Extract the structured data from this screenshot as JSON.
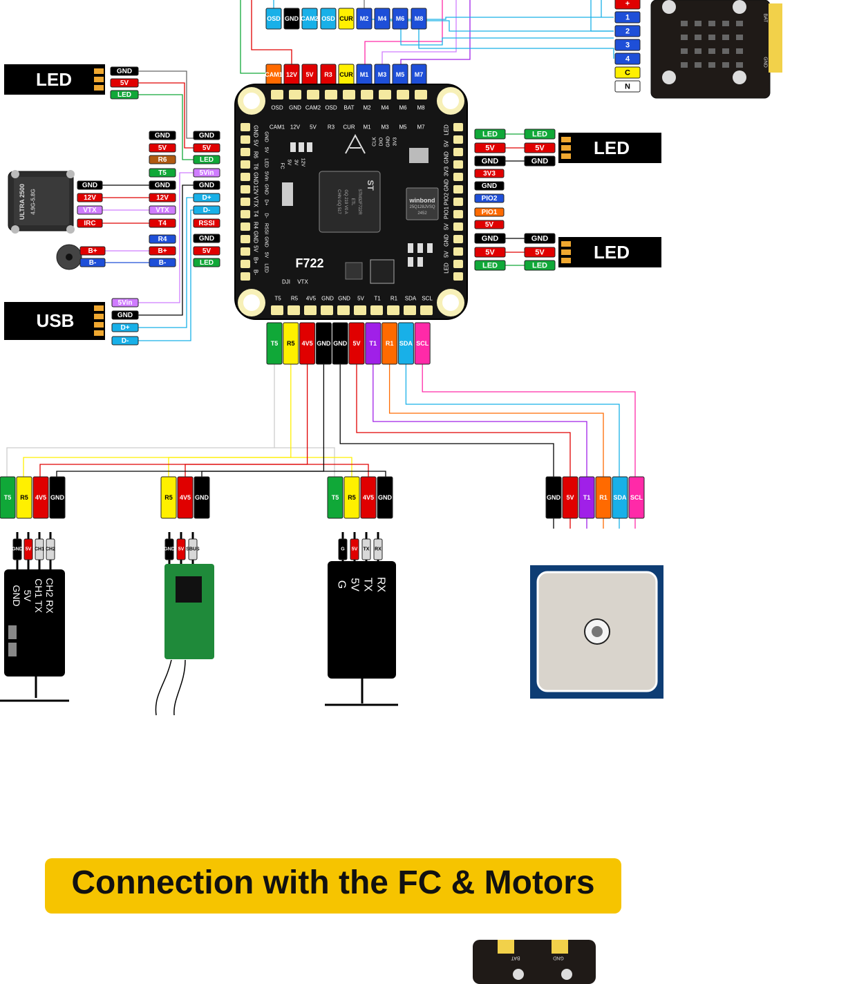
{
  "colors": {
    "gnd": "#000000",
    "red": "#e00000",
    "green": "#10a838",
    "blue": "#1e4fd8",
    "cyan": "#18b0e8",
    "yellow": "#fff000",
    "orange": "#ff6a00",
    "purple": "#a020e8",
    "violet": "#cf7cff",
    "pink": "#ff2aa8",
    "brown": "#b05a10",
    "white": "#ffffff",
    "grey": "#d8d8d8",
    "banner": "#f6c400"
  },
  "fc": {
    "title": "F722",
    "chip_brand": "ST",
    "chip_text": [
      "STM32F722R",
      "ETL",
      "GQ 219 V0 A",
      "CHN GQ 517"
    ],
    "flash_brand": "winbond",
    "flash_text": [
      "25Q128JVSQ",
      "2452"
    ],
    "top_row": [
      "OSD",
      "GND",
      "CAM2",
      "OSD",
      "BAT",
      "M2",
      "M4",
      "M6",
      "M8"
    ],
    "top_row2": [
      "CAM1",
      "12V",
      "5V",
      "R3",
      "CUR",
      "M1",
      "M3",
      "M5",
      "M7"
    ],
    "left_col": [
      "GND",
      "5V",
      "R6",
      "T6",
      "GND",
      "12V",
      "VTX",
      "T4",
      "R4",
      "GND",
      "5V",
      "B+",
      "B-"
    ],
    "left_col2": [
      "GND",
      "5V",
      "LED",
      "5Vin",
      "GND",
      "D+",
      "D-",
      "RSSI",
      "GND",
      "5V",
      "LED"
    ],
    "right_col": [
      "LED",
      "5V",
      "GND",
      "3V3",
      "GND",
      "PIO2",
      "PIO1",
      "5V",
      "GND",
      "5V",
      "LED"
    ],
    "bottom_row": [
      "T5",
      "R5",
      "4V5",
      "GND",
      "GND",
      "5V",
      "T1",
      "R1",
      "SDA",
      "SCL"
    ],
    "inner_labels": [
      "CLK",
      "DIO",
      "GND",
      "3V3",
      "FC",
      "5V",
      "3V",
      "12V",
      "DJI",
      "VTX"
    ]
  },
  "esc_connector_top": [
    "OSD",
    "GND",
    "CAM2",
    "OSD",
    "CUR",
    "M2",
    "M4",
    "M6",
    "M8"
  ],
  "fc_top_pads": [
    "CAM1",
    "12V",
    "5V",
    "R3",
    "CUR",
    "M1",
    "M3",
    "M5",
    "M7"
  ],
  "esc_pins": [
    "+",
    "1",
    "2",
    "3",
    "4",
    "C",
    "N"
  ],
  "esc_board_text": [
    "BAT",
    "GND"
  ],
  "led_left": {
    "title": "LED",
    "pins": [
      "GND",
      "5V",
      "LED"
    ]
  },
  "vtx": {
    "label": "ULTRA 2500",
    "sublabel": "4.9G-5.8G",
    "pins": [
      "GND",
      "12V",
      "VTX",
      "IRC"
    ],
    "fc_pins": [
      "GND",
      "5V",
      "R6",
      "T5",
      "GND",
      "12V",
      "VTX",
      "T4"
    ],
    "fc_pins_b": [
      "GND",
      "5V",
      "LED",
      "5Vin",
      "GND",
      "D+",
      "D-",
      "RSSI"
    ]
  },
  "buzzer": {
    "pins": [
      "B+",
      "B-"
    ],
    "fc_pins": [
      "R4",
      "B+",
      "B-"
    ],
    "fc_pins_b": [
      "GND",
      "5V",
      "LED"
    ]
  },
  "usb": {
    "title": "USB",
    "pins": [
      "5Vin",
      "GND",
      "D+",
      "D-"
    ]
  },
  "led_right_1": {
    "title": "LED",
    "fc_pins": [
      "LED",
      "5V",
      "GND"
    ],
    "pins": [
      "LED",
      "5V",
      "GND"
    ]
  },
  "right_extra": [
    "3V3",
    "GND",
    "PIO2",
    "PIO1",
    "5V"
  ],
  "led_right_2": {
    "title": "LED",
    "fc_pins": [
      "GND",
      "5V",
      "LED"
    ],
    "pins": [
      "GND",
      "5V",
      "LED"
    ]
  },
  "fc_bottom_connector": [
    "T5",
    "R5",
    "4V5",
    "GND",
    "GND",
    "5V",
    "T1",
    "R1",
    "SDA",
    "SCL"
  ],
  "rx1": {
    "header": [
      "T5",
      "R5",
      "4V5",
      "GND"
    ],
    "wires": [
      "GND",
      "5V",
      "CH1",
      "CH2"
    ],
    "body": [
      "GND",
      "5V",
      "CH1 TX",
      "CH2 RX"
    ]
  },
  "rx2": {
    "header": [
      "R5",
      "4V5",
      "GND"
    ],
    "wires": [
      "GND",
      "5V",
      "SBUS"
    ]
  },
  "rx3": {
    "header": [
      "T5",
      "R5",
      "4V5",
      "GND"
    ],
    "wires": [
      "G",
      "5V",
      "TX",
      "RX"
    ],
    "body": [
      "G",
      "5V",
      "TX",
      "RX"
    ]
  },
  "gps": {
    "header": [
      "GND",
      "5V",
      "T1",
      "R1",
      "SDA",
      "SCL"
    ]
  },
  "banner": {
    "text": "Connection with the FC & Motors"
  },
  "bottom_board": {
    "text": [
      "BAT",
      "GND"
    ]
  }
}
